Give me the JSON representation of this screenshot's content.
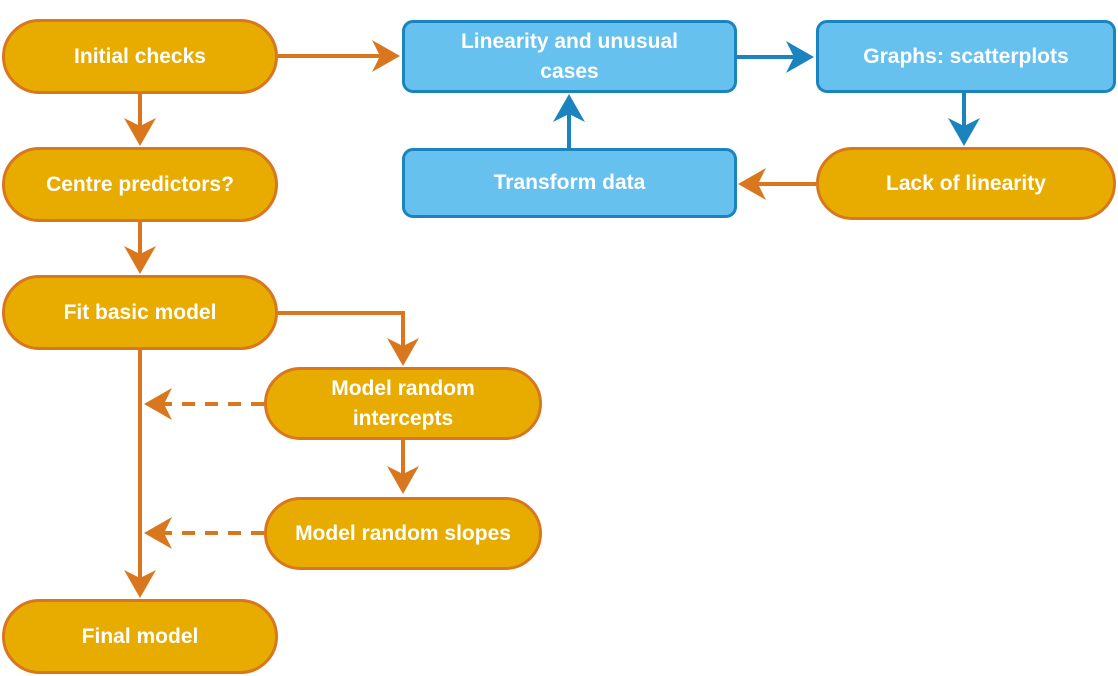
{
  "colors": {
    "orange_fill": "#e8ab00",
    "orange_stroke": "#d9771e",
    "blue_fill": "#66c1ef",
    "blue_stroke": "#1b84bf"
  },
  "nodes": {
    "initial_checks": "Initial checks",
    "centre_predictors": "Centre predictors?",
    "fit_basic_model": "Fit basic model",
    "model_random_intercepts": "Model random intercepts",
    "model_random_slopes": "Model random slopes",
    "final_model": "Final model",
    "linearity_unusual_cases": "Linearity and unusual cases",
    "graphs_scatterplots": "Graphs: scatterplots",
    "lack_of_linearity": "Lack of linearity",
    "transform_data": "Transform data"
  }
}
